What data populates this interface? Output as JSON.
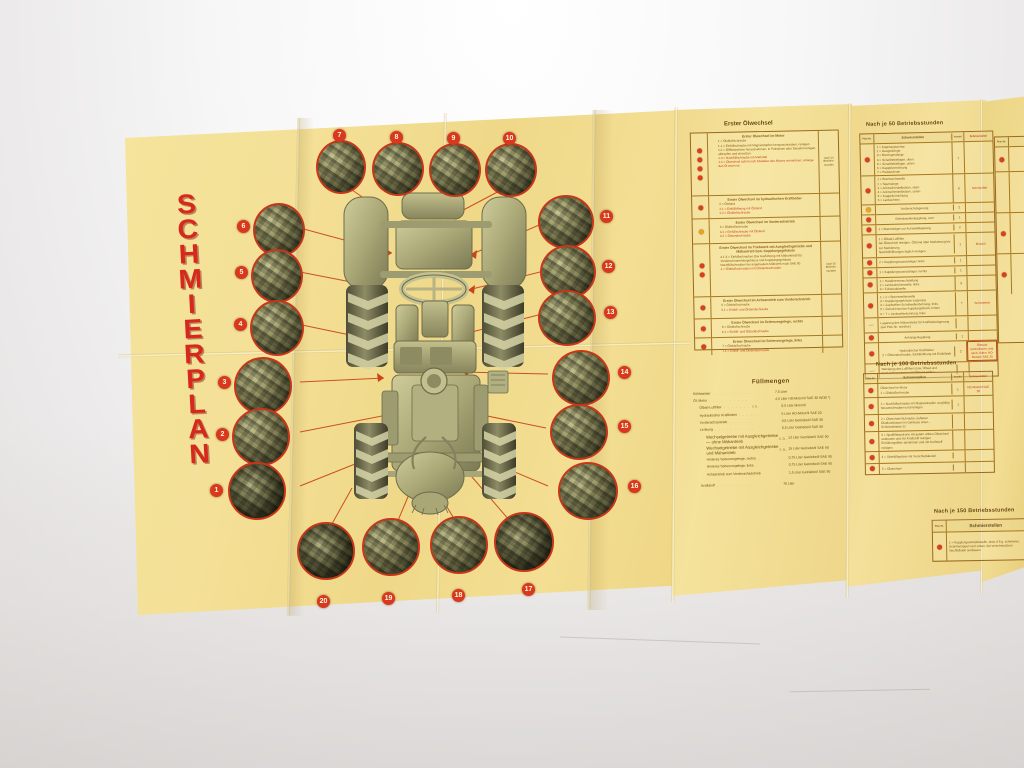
{
  "poster": {
    "title_lines": [
      "S",
      "C",
      "H",
      "M",
      "I",
      "E",
      "R",
      "P",
      "L",
      "A",
      "N"
    ],
    "title_text": "SCHMIERPLAN",
    "paper_color": "#f2dd90",
    "accent_red": "#c8361a",
    "accent_brown": "#9a6a1e"
  },
  "bubbles": {
    "top": [
      {
        "n": "7"
      },
      {
        "n": "8"
      },
      {
        "n": "9"
      },
      {
        "n": "10"
      }
    ],
    "left": [
      {
        "n": "6"
      },
      {
        "n": "5"
      },
      {
        "n": "4"
      },
      {
        "n": "3"
      },
      {
        "n": "2"
      },
      {
        "n": "1"
      }
    ],
    "right": [
      {
        "n": "11"
      },
      {
        "n": "12"
      },
      {
        "n": "13"
      },
      {
        "n": "14"
      },
      {
        "n": "15"
      },
      {
        "n": "16"
      }
    ],
    "bottom": [
      {
        "n": "20"
      },
      {
        "n": "19"
      },
      {
        "n": "18"
      },
      {
        "n": "17"
      }
    ]
  },
  "tables": {
    "erster": {
      "heading": "Erster Ölwechsel",
      "side_note": "nach 20 Betriebs- stunden",
      "side_note2": "nach 50 Betriebs- stunden",
      "blocks": [
        {
          "sub": "Erster Ölwechsel im Motor",
          "dots": 4,
          "items": [
            "1 = Ölablaßschraube",
            "1.1 = Einfüllschraube mit Magnetstopfen herausschrauben, reinigen",
            "1.2 = Ölfilterpatrone herausnehmen, in Petroleum oder Dieselöl reinigen, abtropfen und einsetzen",
            "1.3 = Nachfüllschraube mit Meßstab",
            "1.4 = Ölwechsel sofort nach Abstellen des Motors vornehmen, solange das Öl warm ist"
          ]
        },
        {
          "sub": "Erster Ölwechsel im hydraulischen Kraftheber",
          "dots": 1,
          "items": [
            "2 = Ölstand",
            "2.1 = Einfüllöffnung mit Ölstand",
            "2.2 = Ölablaßschraube"
          ]
        },
        {
          "sub": "Erster Ölwechsel im Vorderachstrieb",
          "dots": 1,
          "items": [
            "3 = Ölablaßschraube",
            "3.1 = Einfüllschraube mit Ölstand",
            "3.2 = Ölstandschraube"
          ]
        },
        {
          "sub": "Erster Ölwechsel im Triebwerk mit Ausgleichgetriebe und Mähantrieb bzw. Kupplungsgehäuse",
          "dots": 2,
          "items": [
            "4.1-3 = Einfüllschrauben (bei Ausführung mit Mähantrieb) für Vorderachsantriebsgehäuse und Kupplungsgehäuse",
            "Nachfüllschrauben bei angebautem Mähwerk nach SAE 90",
            "4 = Ölablaßschrauben mit Ölstandsschraube"
          ]
        },
        {
          "sub": "Erster Ölwechsel im Achsantrieb zum Vorderachstrieb",
          "dots": 1,
          "items": [
            "5 = Ölablaßschraube",
            "5.1 = Einfüll- und Ölstandschraube"
          ]
        },
        {
          "sub": "Erster Ölwechsel im Seitenvorgelege, rechts",
          "dots": 1,
          "items": [
            "6 = Ölablaßschraube",
            "6.1 = Einfüll- und Ölstandschraube"
          ]
        },
        {
          "sub": "Erster Ölwechsel im Seitenvorgelege, links",
          "dots": 1,
          "items": [
            "7 = Ölablaßschraube",
            "7.1 = Einfüll- und Ölstandschraube"
          ]
        }
      ]
    },
    "nach50": {
      "heading": "Nach je 50 Betriebsstunden",
      "columns": [
        "Plan-Nr.",
        "Schmierstellen",
        "Anzahl",
        "Schmiermittel"
      ],
      "rows": [
        {
          "dot": "red",
          "text": "1 = Kupplungsachse\n2 = Gasgestänge\n3 = Bremsgestänge\n4 = Schalthebellager, oben\n5 = Schalthebellager, unten\n6 = Kuppelvorrichtung\n7 = Pedalachsen",
          "n": "7",
          "oil": ""
        },
        {
          "dot": "red",
          "text": "1 = Bremsachswelle\n2 = Spurstange\n3 = Achsschenkelbolzen, oben\n4 = Achsschenkelbolzen, unten\n5 = Kuppelvorrichtung\n6 = Lenkachsen",
          "n": "6",
          "oil": "Schmierfett"
        },
        {
          "dot": "yel",
          "text": "Vorderachslagerung",
          "n": "2",
          "oil": ""
        },
        {
          "dot": "red",
          "text": "Gelenkwellenkupplung, vorn",
          "n": "1",
          "oil": ""
        },
        {
          "dot": "red",
          "text": "1 = Bremsträger zur Achswelllagerung",
          "n": "2",
          "oil": ""
        },
        {
          "dot": "red",
          "text": "1 = Ölbad-Luftfilter\nbei Ölwechsel reinigen. Ölstand über Markierung bis zur Markierung\nNachfüllöffnungen täglich reinigen.",
          "n": "1",
          "oil": "Motoröl"
        },
        {
          "dot": "red",
          "text": "2 = Kupplungsausrücklager, links",
          "n": "1",
          "oil": ""
        },
        {
          "dot": "red",
          "text": "1 = Kupplungsausrücklager, rechts",
          "n": "1",
          "oil": ""
        },
        {
          "dot": "red",
          "text": "1 = Handbremsnachstellung\n2 = Lenkzwischenwelle, links\n3 = Fahrpedalwelle",
          "n": "3",
          "oil": ""
        },
        {
          "dot": "red",
          "text": "1 + 2 = Bremswellenwelle\n3 = Kupplungsgehäuse-Lagerung\n4 = Zapfwellen-Schaltwellenbohrung, links\n5 = Zwischenachse Kupplungsdruck, hinten\n6 + 7 = Lenkwellenbohrung, links",
          "n": "7",
          "oil": "Schmierfett"
        },
        {
          "dot": "none",
          "text": "Lagerung des Mähantriebs für Kraftheberlagerung (auf Plan-Nr. sichtbar)",
          "n": "",
          "oil": ""
        },
        {
          "dot": "red",
          "text": "Anhängerkupplung",
          "n": "1",
          "oil": ""
        },
        {
          "dot": "red",
          "text": "Hydraulischer Kraftheber\n2 = Ölstandschraube, Einfüllöffnung mit Einfüllsieb",
          "n": "2",
          "oil": "Ölstand kontrollieren, evtl. nach- füllen. HD-Motoröl SAE 20"
        },
        {
          "dot": "none",
          "text": "Reinigung des Luftfilters bzw. Ölbad und Kraftstoffvorwärmer mit Ölstand prüfen",
          "n": "",
          "oil": ""
        }
      ]
    },
    "nach100": {
      "heading": "Nach je 100 Betriebsstunden",
      "columns": [
        "Plan-Nr.",
        "Schmierstellen",
        "Anzahl",
        "Schmiermittel"
      ],
      "rows": [
        {
          "dot": "red",
          "text": "Ölwechsel im Motor\n1 = Ölablaßschraube",
          "n": "1",
          "oil": "HD-Motoröl SAE 20"
        },
        {
          "dot": "red",
          "text": "1 = Nachfüllschraube mit Magnetstopfen sorgfältig herausschrauben und reinigen",
          "n": "1",
          "oil": ""
        },
        {
          "dot": "red",
          "text": "2 = Ölwechsel-Schraube, äußeren Ölablaufstutzen im Gehäuse unter – Schlüsselweite 22",
          "n": "",
          "oil": ""
        },
        {
          "dot": "red",
          "text": "3 = Spaltfilterpatrone mit jedem dritten Ölwechsel ausbauen und mit Kraftstoff reinigen\nEntlüftungsfilter abnehmen und mit Kraftstoff reinigen",
          "n": "",
          "oil": ""
        },
        {
          "dot": "red",
          "text": "4 = Überfüllsystem mit Verschlußdeckel",
          "n": "",
          "oil": ""
        },
        {
          "dot": "red",
          "text": "5 = Ölwechsel",
          "n": "",
          "oil": ""
        }
      ]
    },
    "nach150": {
      "heading": "Nach je 150 Betriebsstunden",
      "columns": [
        "Plan-Nr.",
        "Schmierstellen"
      ],
      "rows": [
        {
          "dot": "red",
          "text": "1 = Kupplungsantriebswelle, etwa 4-5 g. schmieren. Schmiernippel nach unten, bei verschmutztem Nachfüllsieb ausbauen.",
          "n": "",
          "oil": ""
        }
      ]
    }
  },
  "fuellmengen": {
    "heading": "Füllmengen",
    "rows": [
      {
        "label": "Kühlwasser",
        "value": "7,5 Liter",
        "indent": 0
      },
      {
        "label": "Öl: Motor",
        "value": "4,5 Liter HD-Motoröl SAE 30 W/30 *)",
        "indent": 0
      },
      {
        "label": "Ölbad-Luftfilter",
        "value": "0,5 Liter Motoröl",
        "indent": 1,
        "unit": "ca."
      },
      {
        "label": "Hydraulischer Kraftheber",
        "value": "5 Liter HD-Motoröl SAE 20",
        "indent": 1
      },
      {
        "label": "Vorderachsantrieb",
        "value": "0,5 Liter Getriebeöl SAE 90",
        "indent": 1
      },
      {
        "label": "Lenkung",
        "value": "0,5 Liter Getriebeöl SAE 90",
        "indent": 1
      },
      {
        "label": "Wechselgetriebe mit Ausgleich­getriebe — ohne Mähantrieb",
        "value": "13 Liter Getriebeöl SAE 90",
        "indent": 2,
        "unit": "ca."
      },
      {
        "label": "Wechselgetriebe mit Ausgleich­getriebe und Mähantrieb",
        "value": "15 Liter Getriebeöl SAE 90",
        "indent": 2,
        "unit": "ca."
      },
      {
        "label": "Hinteres Seitenvorgelege, rechts",
        "value": "0,75 Liter Getriebeöl SAE 90",
        "indent": 2
      },
      {
        "label": "Hinteres Seitenvorgelege, links",
        "value": "0,75 Liter Getriebeöl SAE 90",
        "indent": 2
      },
      {
        "label": "Achsantrieb zum Vorderachs­antrieb",
        "value": "1,5 Liter Getriebeöl SAE 90",
        "indent": 2
      },
      {
        "label": "Kraftstoff",
        "value": "76 Liter",
        "indent": 1
      }
    ]
  }
}
